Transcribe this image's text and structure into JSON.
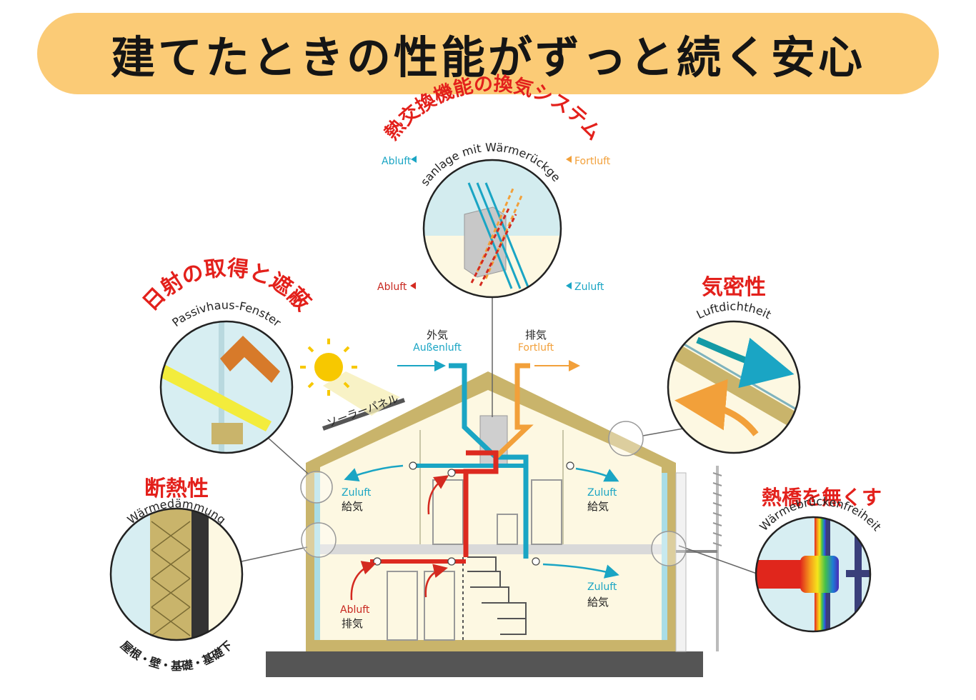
{
  "title": "建てたときの性能がずっと続く安心",
  "colors": {
    "banner": "#fbcb76",
    "accent_red": "#e3201b",
    "fresh_air_cyan": "#1aa5c4",
    "exhaust_orange": "#f2a03a",
    "wall": "#c9b46b",
    "interior": "#fdf8e2"
  },
  "features": {
    "ventilation": {
      "title": "熱交換機能の換気システム",
      "subtitle": "Lüftungsanlage mit Wärmerückgewinnung",
      "labels": {
        "abluft_top": "Abluft",
        "fortluft_top": "Fortluft",
        "abluft_bottom": "Abluft",
        "zuluft_bottom": "Zuluft"
      }
    },
    "solar": {
      "title": "日射の取得と遮蔽",
      "subtitle": "Passivhaus-Fenster"
    },
    "airtight": {
      "title": "気密性",
      "subtitle": "Luftdichtheit"
    },
    "insulation": {
      "title": "断熱性",
      "subtitle": "Wärmedämmung",
      "footnote": "屋根・壁・基礎・基礎下"
    },
    "thermal_bridge": {
      "title": "熱橋を無くす",
      "subtitle": "Wärmebrückenfreiheit"
    }
  },
  "house": {
    "outside_air": {
      "jp": "外気",
      "de": "Außenluft"
    },
    "exhaust_air": {
      "jp": "排気",
      "de": "Fortluft"
    },
    "solar_panel": "ソーラーパネル",
    "rooms": {
      "upper_left": {
        "de": "Zuluft",
        "jp": "給気"
      },
      "upper_right": {
        "de": "Zuluft",
        "jp": "給気"
      },
      "lower_right": {
        "de": "Zuluft",
        "jp": "給気"
      },
      "lower_left": {
        "de": "Abluft",
        "jp": "排気"
      }
    }
  }
}
